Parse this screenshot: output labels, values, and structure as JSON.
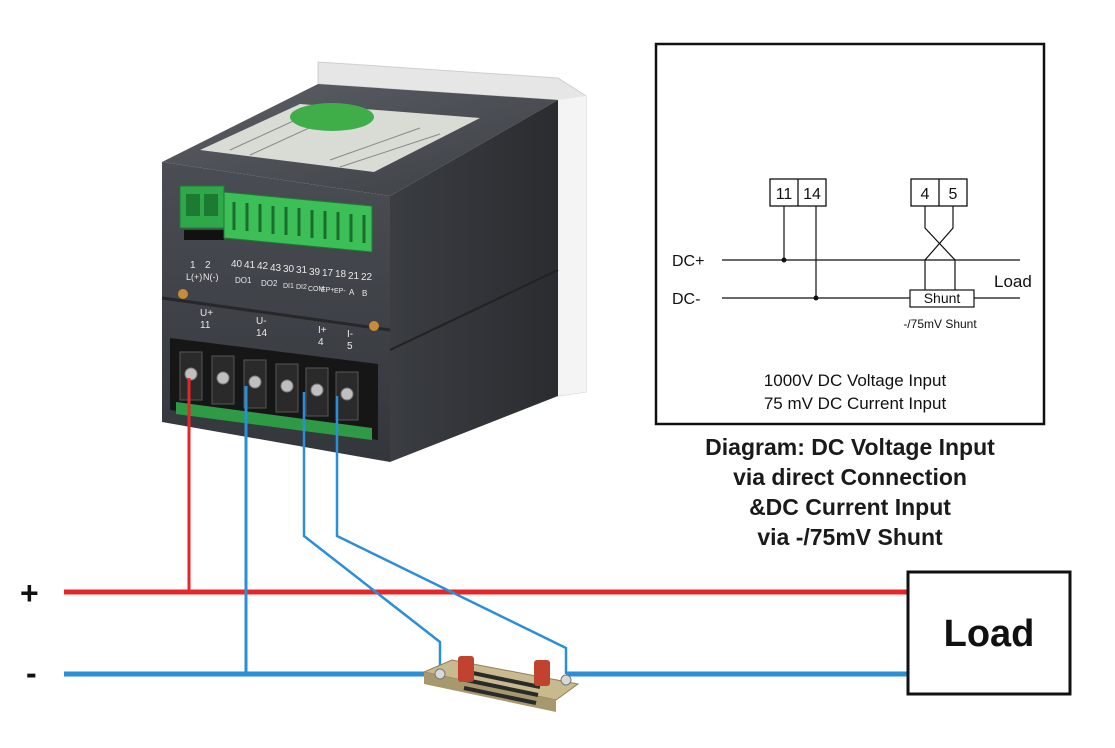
{
  "schematic": {
    "terminals_voltage": [
      "11",
      "14"
    ],
    "terminals_current": [
      "4",
      "5"
    ],
    "dc_plus_label": "DC+",
    "dc_minus_label": "DC-",
    "load_label": "Load",
    "shunt_label": "Shunt",
    "shunt_rating": "-/75mV Shunt",
    "spec_line1": "1000V DC Voltage Input",
    "spec_line2": "75 mV DC Current Input"
  },
  "caption": {
    "line1": "Diagram: DC Voltage Input",
    "line2": "via direct Connection",
    "line3": "&DC Current Input",
    "line4": "via -/75mV Shunt"
  },
  "wiring": {
    "plus_symbol": "+",
    "minus_symbol": "-",
    "load_label": "Load",
    "positive_color": "#e8262a",
    "negative_color": "#2a8fd8"
  },
  "meter": {
    "top_connector_numbers": [
      "1",
      "2"
    ],
    "top_connector_labels": [
      "L(+)",
      "N(-)"
    ],
    "terminal_numbers": [
      "40",
      "41",
      "42",
      "43",
      "30",
      "31",
      "39",
      "17",
      "18",
      "21",
      "22"
    ],
    "terminal_labels": [
      "DO1",
      "DO2",
      "DI1",
      "DI2",
      "COM",
      "EP+",
      "EP-",
      "A",
      "B"
    ],
    "bottom_labels": [
      "U+",
      "11",
      "U-",
      "14",
      "I+",
      "4",
      "I-",
      "5"
    ]
  }
}
